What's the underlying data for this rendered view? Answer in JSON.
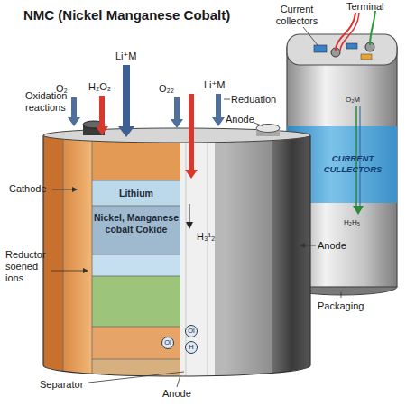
{
  "diagram": {
    "title": "NMC (Nickel Manganese Cobalt)",
    "nodes": [
      {
        "text": [
          "Lithium",
          "Nickel, Manganese cobalt Cokide"
        ]
      },
      {
        "text": [
          "Ol"
        ]
      },
      {
        "text": [
          "Ol"
        ]
      },
      {
        "text": [
          "H"
        ]
      },
      {
        "text": [
          "CURRENT CULLECTORS"
        ]
      }
    ],
    "labels": [
      "Li⁺M",
      "Oxidation reactions",
      "O₂",
      "H₂O₂",
      "O₂₂",
      "Li⁺M",
      "Reduation",
      "Anode",
      "Cathode",
      "Anode",
      "Reductor soened ions",
      "H₃¹₂",
      "Separator",
      "Anode",
      "Terminal",
      "Current collectors",
      "O₂M",
      "H₂H₅",
      "Packaging"
    ]
  }
}
